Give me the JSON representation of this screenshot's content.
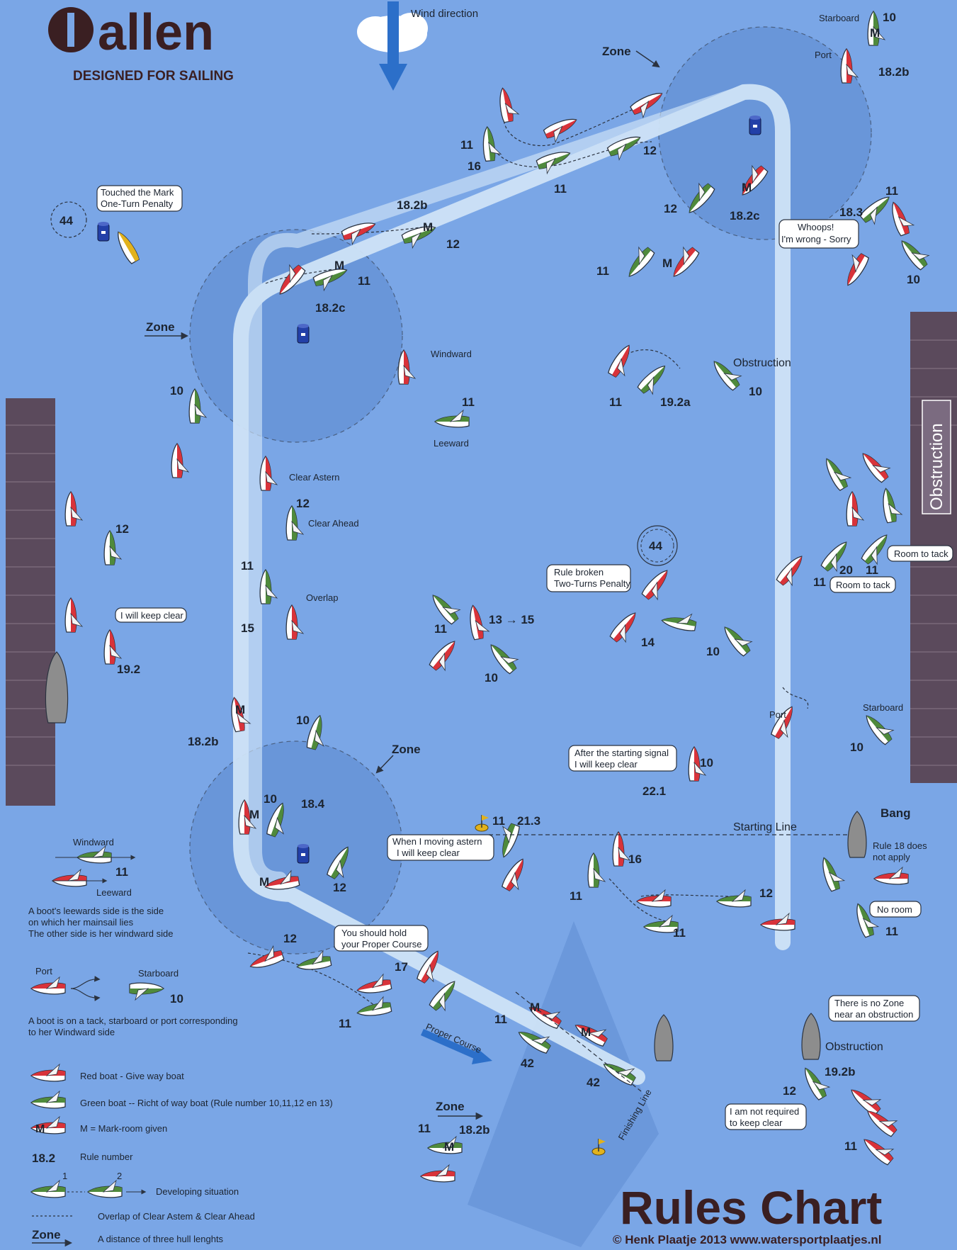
{
  "brand": {
    "name": "allen",
    "tagline": "DESIGNED FOR SAILING"
  },
  "header": {
    "wind_label": "Wind direction"
  },
  "zones": {
    "zone_label": "Zone"
  },
  "course": {
    "labels": {
      "touched_mark": "Touched the Mark",
      "one_turn": "One-Turn Penalty",
      "whoops": "Whoops!",
      "im_wrong": "I'm wrong - Sorry",
      "windward": "Windward",
      "leeward": "Leeward",
      "obstruction": "Obstruction",
      "clear_astern": "Clear Astern",
      "clear_ahead": "Clear Ahead",
      "overlap": "Overlap",
      "i_will_keep_clear": "I will keep clear",
      "rule_broken": "Rule broken",
      "two_turns": "Two-Turns Penalty",
      "room_to_tack": "Room to tack",
      "port": "Port",
      "starboard": "Starboard",
      "after_start_1": "After the starting signal",
      "after_start_2": "I will keep clear",
      "starting_line": "Starting Line",
      "bang": "Bang",
      "rule18_1": "Rule 18 does",
      "rule18_2": "not apply",
      "moving_astern_1": "When I moving astern",
      "moving_astern_2": "I will keep clear",
      "no_room": "No room",
      "proper_course_1": "You should hold",
      "proper_course_2": "your Proper Course",
      "proper_course_arrow": "Proper Course",
      "finishing_line": "Finishing Line",
      "no_zone_1": "There is no Zone",
      "no_zone_2": "near an obstruction",
      "not_required_1": "I am not required",
      "not_required_2": "to keep clear",
      "mark_m": "M"
    },
    "rules": {
      "r44": "44",
      "r10": "10",
      "r11": "11",
      "r12": "12",
      "r13_15": "13 → 15",
      "r14": "14",
      "r15": "15",
      "r16": "16",
      "r17": "17",
      "r18_2b": "18.2b",
      "r18_2c": "18.2c",
      "r18_3": "18.3",
      "r18_4": "18.4",
      "r19_2": "19.2",
      "r19_2a": "19.2a",
      "r19_2b": "19.2b",
      "r20": "20",
      "r21_3": "21.3",
      "r22_1": "22.1",
      "r42": "42"
    }
  },
  "legend": {
    "windward": "Windward",
    "leeward": "Leeward",
    "r11": "11",
    "side_text_1": "A boot's leewards side is the side",
    "side_text_2": "on which her mainsail lies",
    "side_text_3": "The other side is her windward side",
    "port": "Port",
    "starboard": "Starboard",
    "r10": "10",
    "tack_text_1": "A boot is on a tack, starboard or port corresponding",
    "tack_text_2": "to her Windward side",
    "red_boat": "Red boat -  Give way boat",
    "green_boat": "Green boat  -- Richt of way boat (Rule number 10,11,12 en 13)",
    "mark_room": "M = Mark-room given",
    "m": "M",
    "rule_number_value": "18.2",
    "rule_number_label": "Rule number",
    "dev_1": "1",
    "dev_2": "2",
    "developing": "Developing situation",
    "overlap": "Overlap of Clear Astem & Clear Ahead",
    "zone": "Zone",
    "zone_desc": "A distance of three hull lenghts"
  },
  "footer": {
    "title": "Rules Chart",
    "credit": "© Henk Plaatje 2013 www.watersportplaatjes.nl"
  },
  "colors": {
    "water": "#7aa6e6",
    "course": "#cfe3f7",
    "zone": "#5f8cd2",
    "red_boat": "#d8333a",
    "green_boat": "#4f8a3c",
    "dock": "#5b4a5c",
    "brand": "#3a1f22"
  }
}
